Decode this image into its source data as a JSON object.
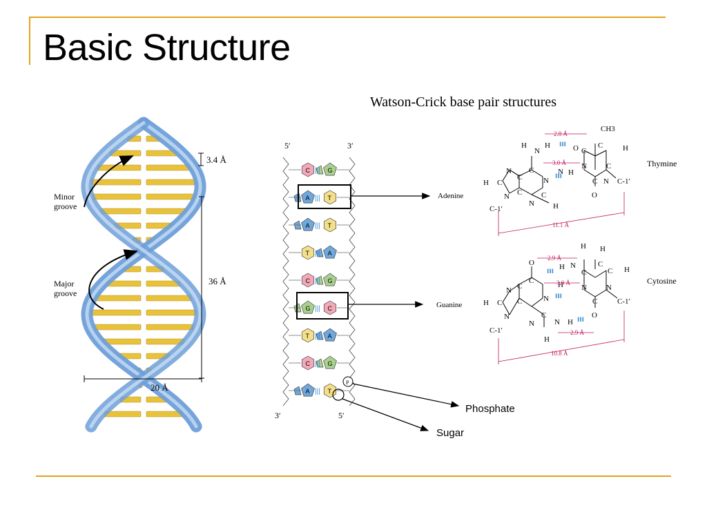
{
  "slide": {
    "title": "Basic Structure",
    "accent_color": "#e3a21a"
  },
  "helix": {
    "rise_label": "3.4 Å",
    "pitch_label": "36 Å",
    "width_label": "20 Å",
    "minor_groove_label": [
      "Minor",
      "groove"
    ],
    "major_groove_label": [
      "Major",
      "groove"
    ],
    "strand_color": "#6f9fd8",
    "base_color": "#e8c23a"
  },
  "strand_diagram": {
    "end_labels": {
      "top_left": "5′",
      "top_right": "3′",
      "bottom_left": "3′",
      "bottom_right": "5′"
    },
    "pairs": [
      [
        "C",
        "G"
      ],
      [
        "A",
        "T"
      ],
      [
        "A",
        "T"
      ],
      [
        "T",
        "A"
      ],
      [
        "C",
        "G"
      ],
      [
        "G",
        "C"
      ],
      [
        "T",
        "A"
      ],
      [
        "C",
        "G"
      ],
      [
        "A",
        "T"
      ]
    ],
    "base_colors": {
      "A": "#6fa8dc",
      "T": "#f4e08a",
      "G": "#a9d18e",
      "C": "#f4a9b8"
    },
    "callouts": {
      "adenine": "Adenine",
      "guanine": "Guanine",
      "phosphate": "Phosphate",
      "sugar": "Sugar"
    }
  },
  "base_pairs": {
    "title": "Watson-Crick base pair structures",
    "at": {
      "partner_label": "Thymine",
      "distances": [
        "2.8 Å",
        "3.0 Å",
        "11.1 Å"
      ],
      "atoms": {
        "A": [
          "H",
          "N",
          "H",
          "C",
          "N",
          "C",
          "N",
          "H",
          "C",
          "C",
          "N",
          "C",
          "N",
          "H",
          "C-1′",
          "N"
        ],
        "T": [
          "CH3",
          "O",
          "C",
          "C",
          "H",
          "N",
          "H",
          "C",
          "N",
          "C",
          "C-1′",
          "O"
        ]
      }
    },
    "gc": {
      "partner_label": "Cytosine",
      "distances": [
        "2.9 Å",
        "3.0 Å",
        "2.9 Å",
        "10.8 Å"
      ],
      "atoms": {
        "G": [
          "O",
          "H",
          "C",
          "N",
          "C",
          "C",
          "N",
          "N",
          "H",
          "C",
          "C-1′",
          "C",
          "N",
          "N",
          "H",
          "H"
        ],
        "C": [
          "H",
          "H",
          "N",
          "C",
          "H",
          "C",
          "C",
          "H",
          "N",
          "N",
          "C",
          "C-1′",
          "O"
        ]
      }
    },
    "distance_color": "#c2185b",
    "hbond_color": "#3b8fd1"
  }
}
